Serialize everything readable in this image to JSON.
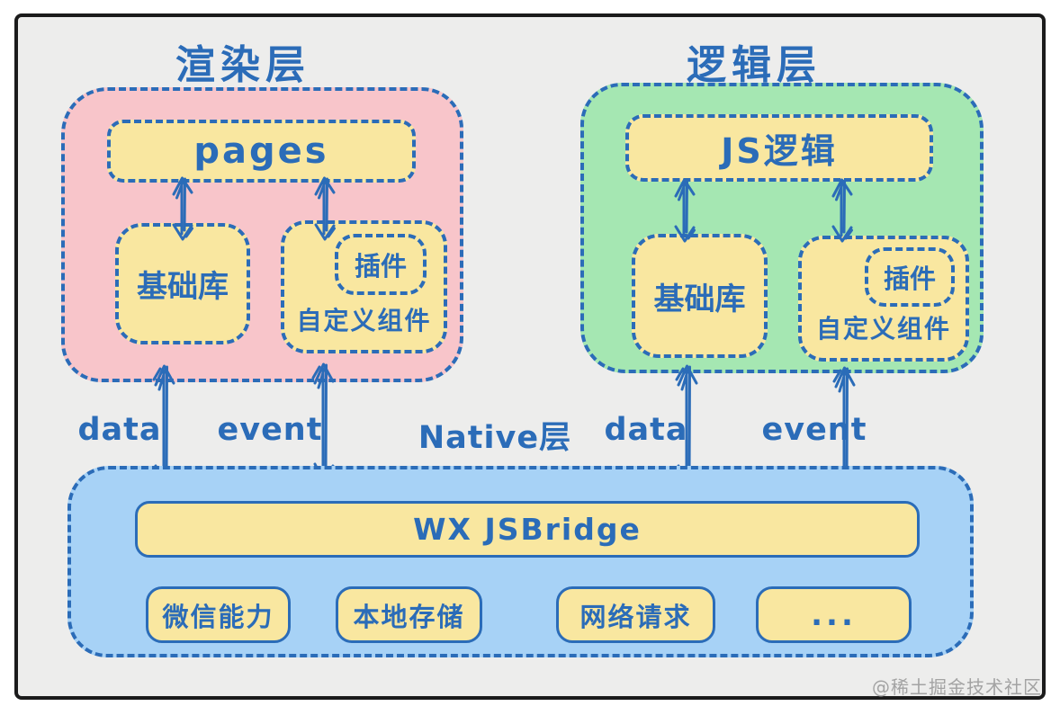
{
  "colors": {
    "ink_blue": "#2b6cb8",
    "render_layer_bg": "#f8c5ca",
    "logic_layer_bg": "#a5e7b2",
    "native_layer_bg": "#a7d2f6",
    "box_bg": "#f9e7a0",
    "canvas_bg": "#ededec"
  },
  "render_layer": {
    "title": "渲染层",
    "pages_label": "pages",
    "base_lib_label": "基础库",
    "plugin_label": "插件",
    "custom_component_label": "自定义组件"
  },
  "logic_layer": {
    "title": "逻辑层",
    "js_logic_label": "JS逻辑",
    "base_lib_label": "基础库",
    "plugin_label": "插件",
    "custom_component_label": "自定义组件"
  },
  "native_layer": {
    "title": "Native层",
    "jsbridge_label": "WX JSBridge",
    "capabilities": [
      "微信能力",
      "本地存储",
      "网络请求",
      "..."
    ]
  },
  "connections": {
    "left_data_label": "data",
    "left_event_label": "event",
    "right_data_label": "data",
    "right_event_label": "event"
  },
  "watermark": "@稀土掘金技术社区"
}
